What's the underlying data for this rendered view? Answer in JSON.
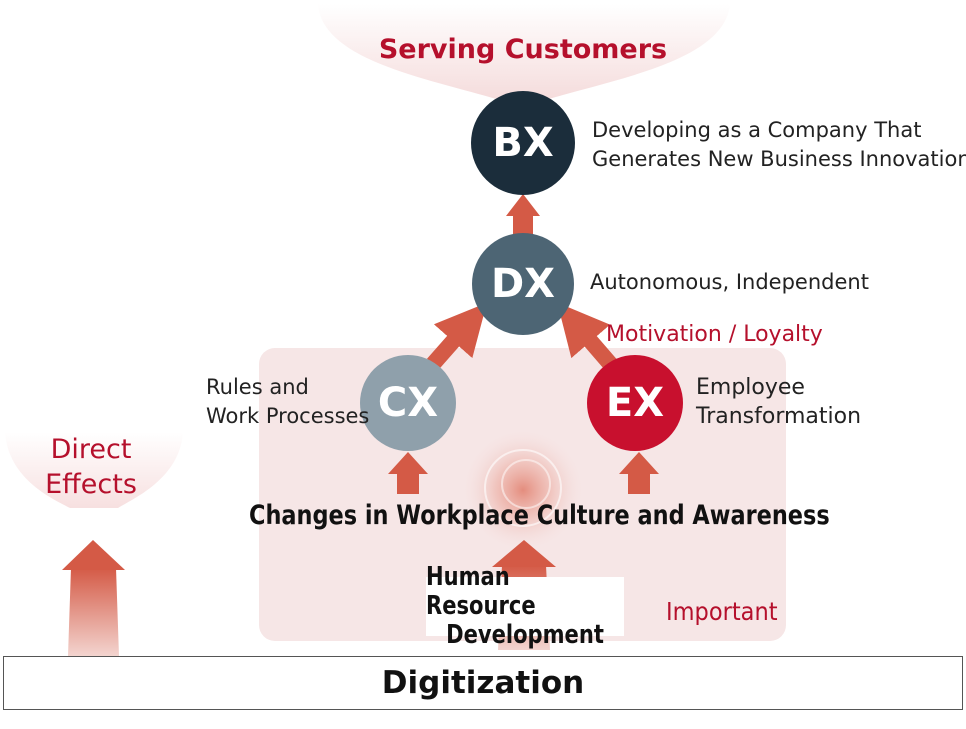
{
  "top_goal": "Serving Customers",
  "nodes": {
    "bx": {
      "label": "BX",
      "desc_line1": "Developing as a Company That",
      "desc_line2": "Generates New Business Innovations",
      "color": "#1b2d3b"
    },
    "dx": {
      "label": "DX",
      "desc": "Autonomous, Independent",
      "color": "#4d6574"
    },
    "cx": {
      "label": "CX",
      "desc_line1": "Rules and",
      "desc_line2": "Work Processes",
      "color": "#8fa0ab"
    },
    "ex": {
      "label": "EX",
      "desc_line1": "Employee",
      "desc_line2": "Transformation",
      "color": "#c8102e"
    }
  },
  "motivation": "Motivation / Loyalty",
  "culture": "Changes in Workplace Culture and Awareness",
  "hrd_line1": "Human Resource",
  "hrd_line2": "Development",
  "important": "Important",
  "direct_line1": "Direct",
  "direct_line2": "Effects",
  "base": "Digitization",
  "colors": {
    "accent_red": "#b5102c",
    "arrow": "#d45a46",
    "panel": "#f6e6e6"
  }
}
